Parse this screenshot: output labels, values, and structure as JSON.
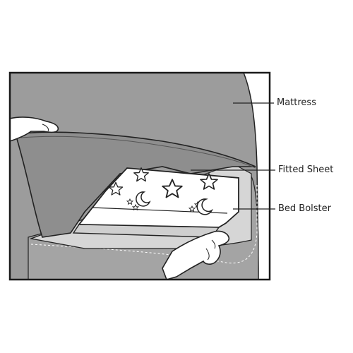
{
  "labels": {
    "mattress": "Mattress",
    "fitted_sheet": "Fitted Sheet",
    "bed_bolster": "Bed Bolster"
  },
  "colors": {
    "frame": "#1a1a1a",
    "mattress_gray": "#9a9a9a",
    "sheet_gray": "#8c8c8c",
    "panel_light": "#c9c9c9",
    "bolster_white": "#ffffff",
    "outline": "#222222"
  },
  "icons": [
    "star-icon",
    "moon-icon"
  ]
}
